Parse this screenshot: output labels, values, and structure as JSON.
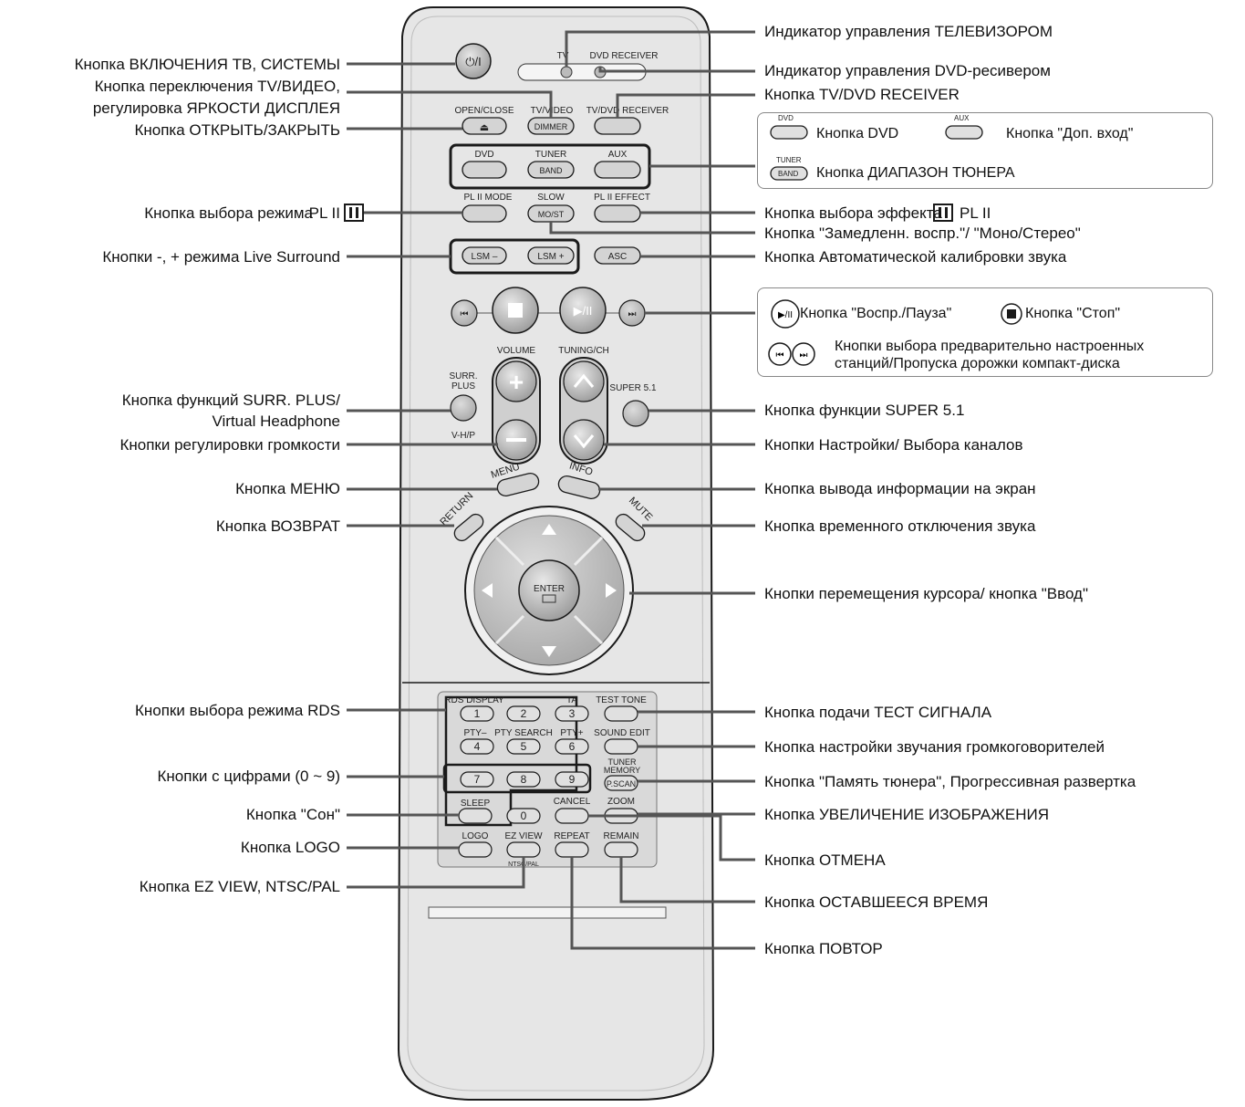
{
  "remote": {
    "labels": {
      "tv_ind": "TV",
      "dvd_ind": "DVD RECEIVER",
      "open_close": "OPEN/CLOSE",
      "tv_video": "TV/VIDEO",
      "dimmer": "DIMMER",
      "tv_dvd": "TV/DVD RECEIVER",
      "dvd": "DVD",
      "tuner": "TUNER",
      "band": "BAND",
      "aux": "AUX",
      "pl_mode": "PL II MODE",
      "slow": "SLOW",
      "mo_st": "MO/ST",
      "pl_effect": "PL II EFFECT",
      "lsm_minus": "LSM –",
      "lsm_plus": "LSM +",
      "asc": "ASC",
      "volume": "VOLUME",
      "tuning": "TUNING/CH",
      "surr": "SURR.",
      "plus": "PLUS",
      "vhp": "V-H/P",
      "super51": "SUPER 5.1",
      "menu": "MENU",
      "info": "INFO",
      "return": "RETURN",
      "mute": "MUTE",
      "enter": "ENTER",
      "rds_display": "RDS DISPLAY",
      "ta": "TA",
      "test_tone": "TEST TONE",
      "pty_minus": "PTY–",
      "pty_search": "PTY SEARCH",
      "pty_plus": "PTY+",
      "sound_edit": "SOUND EDIT",
      "tuner_memory_1": "TUNER",
      "tuner_memory_2": "MEMORY",
      "pscan": "P.SCAN",
      "sleep": "SLEEP",
      "cancel": "CANCEL",
      "zoom": "ZOOM",
      "logo": "LOGO",
      "ez_view": "EZ VIEW",
      "repeat": "REPEAT",
      "remain": "REMAIN",
      "ntsc_pal": "NTSC/PAL",
      "n1": "1",
      "n2": "2",
      "n3": "3",
      "n4": "4",
      "n5": "5",
      "n6": "6",
      "n7": "7",
      "n8": "8",
      "n9": "9",
      "n0": "0"
    }
  },
  "left_labels": {
    "power": "Кнопка ВКЛЮЧЕНИЯ ТВ, СИСТЕМЫ",
    "tv_video_1": "Кнопка переключения TV/ВИДЕО,",
    "tv_video_2": "регулировка ЯРКОСТИ ДИСПЛЕЯ",
    "open_close": "Кнопка ОТКРЫТЬ/ЗАКРЫТЬ",
    "pl_mode_pre": "Кнопка выбора режима",
    "pl_mode_post": "PL II",
    "lsm": "Кнопки -, + режима Live Surround",
    "surr_1": "Кнопка функций SURR. PLUS/",
    "surr_2": "Virtual Headphone",
    "volume": "Кнопки регулировки громкости",
    "menu": "Кнопка МЕНЮ",
    "return": "Кнопка ВОЗВРАТ",
    "rds": "Кнопки выбора режима RDS",
    "numbers": "Кнопки с цифрами (0 ~ 9)",
    "sleep": "Кнопка \"Сон\"",
    "logo": "Кнопка LOGO",
    "ez_view": "Кнопка EZ VIEW, NTSC/PAL"
  },
  "right_labels": {
    "tv_ind": "Индикатор управления ТЕЛЕВИЗОРОМ",
    "dvd_ind": "Индикатор управления DVD-ресивером",
    "tv_dvd": "Кнопка TV/DVD RECEIVER",
    "pl_effect_pre": "Кнопка выбора эффекта",
    "pl_effect_post": "PL II",
    "slow": "Кнопка \"Замедленн. воспр.\"/ \"Моно/Стерео\"",
    "asc": "Кнопка Автоматической калибровки звука",
    "super51": "Кнопка функции SUPER 5.1",
    "tuning": "Кнопки Настройки/ Выбора каналов",
    "info": "Кнопка вывода информации на экран",
    "mute": "Кнопка временного отключения звука",
    "cursor": "Кнопки перемещения курсора/ кнопка \"Ввод\"",
    "test_tone": "Кнопка подачи ТЕСТ СИГНАЛА",
    "sound_edit": "Кнопка настройки звучания громкоговорителей",
    "tuner_memory": "Кнопка \"Память тюнера\", Прогрессивная развертка",
    "zoom": "Кнопка УВЕЛИЧЕНИЕ ИЗОБРАЖЕНИЯ",
    "cancel": "Кнопка ОТМЕНА",
    "remain": "Кнопка ОСТАВШЕЕСЯ ВРЕМЯ",
    "repeat": "Кнопка ПОВТОР"
  },
  "box1": {
    "dvd_mini": "DVD",
    "aux_mini": "AUX",
    "tuner_mini": "TUNER",
    "band_mini": "BAND",
    "dvd_text": "Кнопка DVD",
    "aux_text": "Кнопка \"Доп. вход\"",
    "band_text": "Кнопка ДИАПАЗОН ТЮНЕРА"
  },
  "box2": {
    "play_text": "Кнопка \"Воспр./Пауза\"",
    "stop_text": "Кнопка \"Стоп\"",
    "skip_text_1": "Кнопки выбора предварительно настроенных",
    "skip_text_2": "станций/Пропуска дорожки компакт-диска"
  },
  "colors": {
    "body": "#e6e6e6",
    "button": "#d4d4d4",
    "round_button": "#b5b5b5",
    "lower_panel": "#d9d9d9",
    "outline": "#1a1a1a",
    "leader": "#555555"
  }
}
